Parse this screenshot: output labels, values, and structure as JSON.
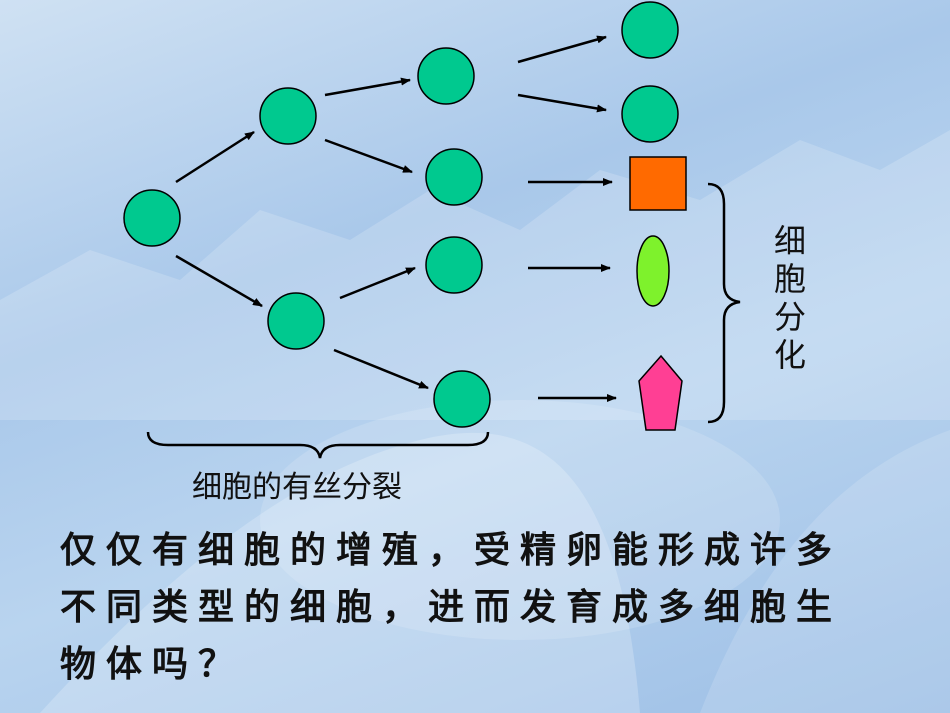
{
  "labels": {
    "mitosis": "细胞的有丝分裂",
    "differentiation": "细胞分化"
  },
  "question": "仅仅有细胞的增殖，受精卵能形成许多不同类型的细胞，进而发育成多细胞生物体吗？",
  "colors": {
    "cell": "#00c98f",
    "square": "#ff6a00",
    "ellipse": "#7ef22c",
    "pentagon": "#ff3f94",
    "stroke": "#000000"
  }
}
